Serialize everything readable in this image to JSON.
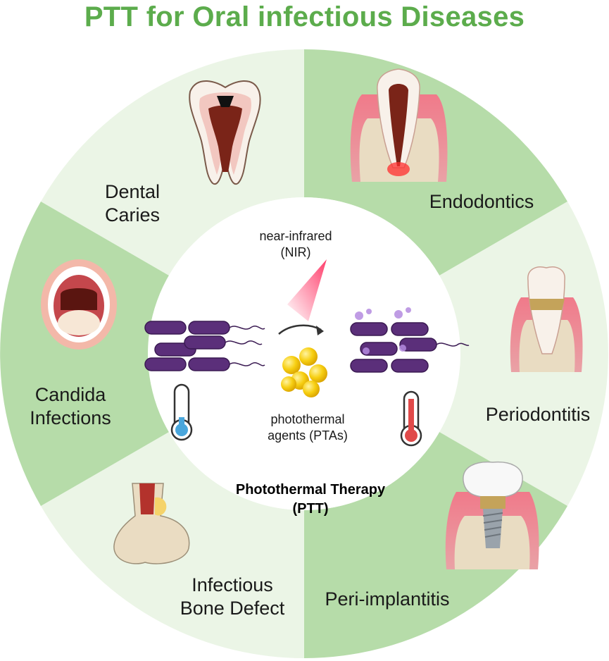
{
  "title": "PTT for Oral infectious Diseases",
  "segments": {
    "dental_caries": [
      "Dental",
      "Caries"
    ],
    "endodontics": [
      "Endodontics"
    ],
    "periodontitis": [
      "Periodontitis"
    ],
    "peri_implantitis": [
      "Peri-implantitis"
    ],
    "infectious_bone_defect": [
      "Infectious",
      "Bone Defect"
    ],
    "candida_infections": [
      "Candida",
      "Infections"
    ]
  },
  "center": {
    "nir": [
      "near-infrared",
      "(NIR)"
    ],
    "ptas": [
      "photothermal",
      "agents (PTAs)"
    ],
    "therapy": [
      "Photothermal Therapy",
      "(PTT)"
    ]
  },
  "colors": {
    "title": "#5cac4c",
    "segment_light": "#ebf5e6",
    "segment_dark": "#b6dca9",
    "bacteria": "#5b2f7a",
    "ptas": "#f2c400",
    "nir_beam": "#ff4f7b",
    "cold": "#49a6dc",
    "hot": "#e04a4a"
  },
  "icons": [
    "tooth-caries-icon",
    "tooth-endodontic-icon",
    "tooth-periodontitis-icon",
    "dental-implant-icon",
    "bone-joint-icon",
    "open-mouth-icon",
    "bacteria-icon",
    "gold-nanoparticles-icon",
    "thermometer-cold-icon",
    "thermometer-hot-icon",
    "nir-beam-icon",
    "arrow-icon"
  ]
}
